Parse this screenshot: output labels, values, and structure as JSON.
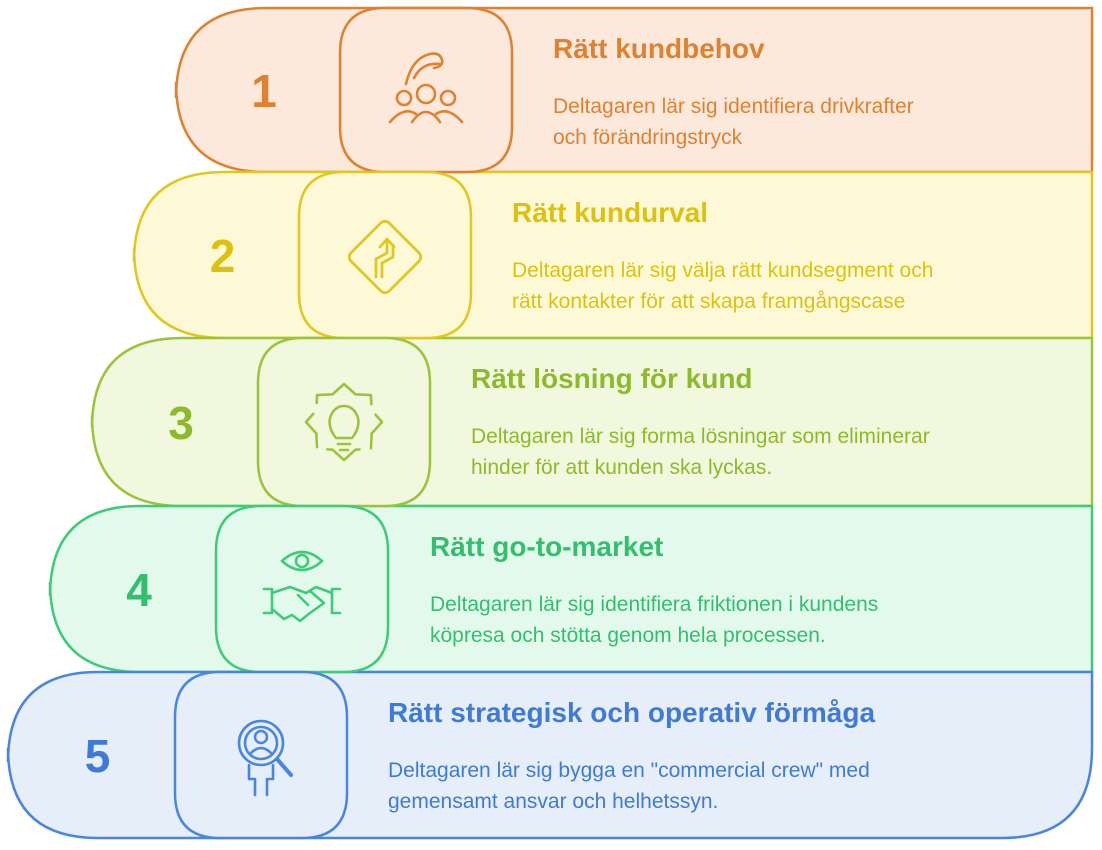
{
  "steps": [
    {
      "number": "1",
      "title": "Rätt kundbehov",
      "lines": [
        "Deltagaren lär sig identifiera drivkrafter",
        "och förändringstryck"
      ],
      "icon": "hand-over-group-icon",
      "stroke": "#de8232",
      "fill": "#fde8dc",
      "text": "#de8232"
    },
    {
      "number": "2",
      "title": "Rätt kundurval",
      "lines": [
        "Deltagaren lär sig välja rätt kundsegment och",
        "rätt kontakter för att skapa framgångscase"
      ],
      "icon": "direction-sign-icon",
      "stroke": "#e0c81f",
      "fill": "#fdf9d6",
      "text": "#dcc20f"
    },
    {
      "number": "3",
      "title": "Rätt lösning för kund",
      "lines": [
        "Deltagaren lär sig forma lösningar som eliminerar",
        "hinder för att kunden ska lyckas."
      ],
      "icon": "gear-lightbulb-icon",
      "stroke": "#9bc43c",
      "fill": "#f2f8dd",
      "text": "#8dba2c"
    },
    {
      "number": "4",
      "title": "Rätt go-to-market",
      "lines": [
        "Deltagaren lär sig identifiera friktionen i kundens",
        "köpresa och stötta genom hela processen."
      ],
      "icon": "eye-handshake-icon",
      "stroke": "#3fcb7a",
      "fill": "#e2f9ec",
      "text": "#33bf6d"
    },
    {
      "number": "5",
      "title": "Rätt strategisk och operativ förmåga",
      "lines": [
        "Deltagaren lär sig bygga en \"commercial crew\" med",
        "gemensamt ansvar och helhetssyn."
      ],
      "icon": "person-magnifier-icon",
      "stroke": "#4a86df",
      "fill": "#e6eefa",
      "text": "#3e7ad6"
    }
  ]
}
